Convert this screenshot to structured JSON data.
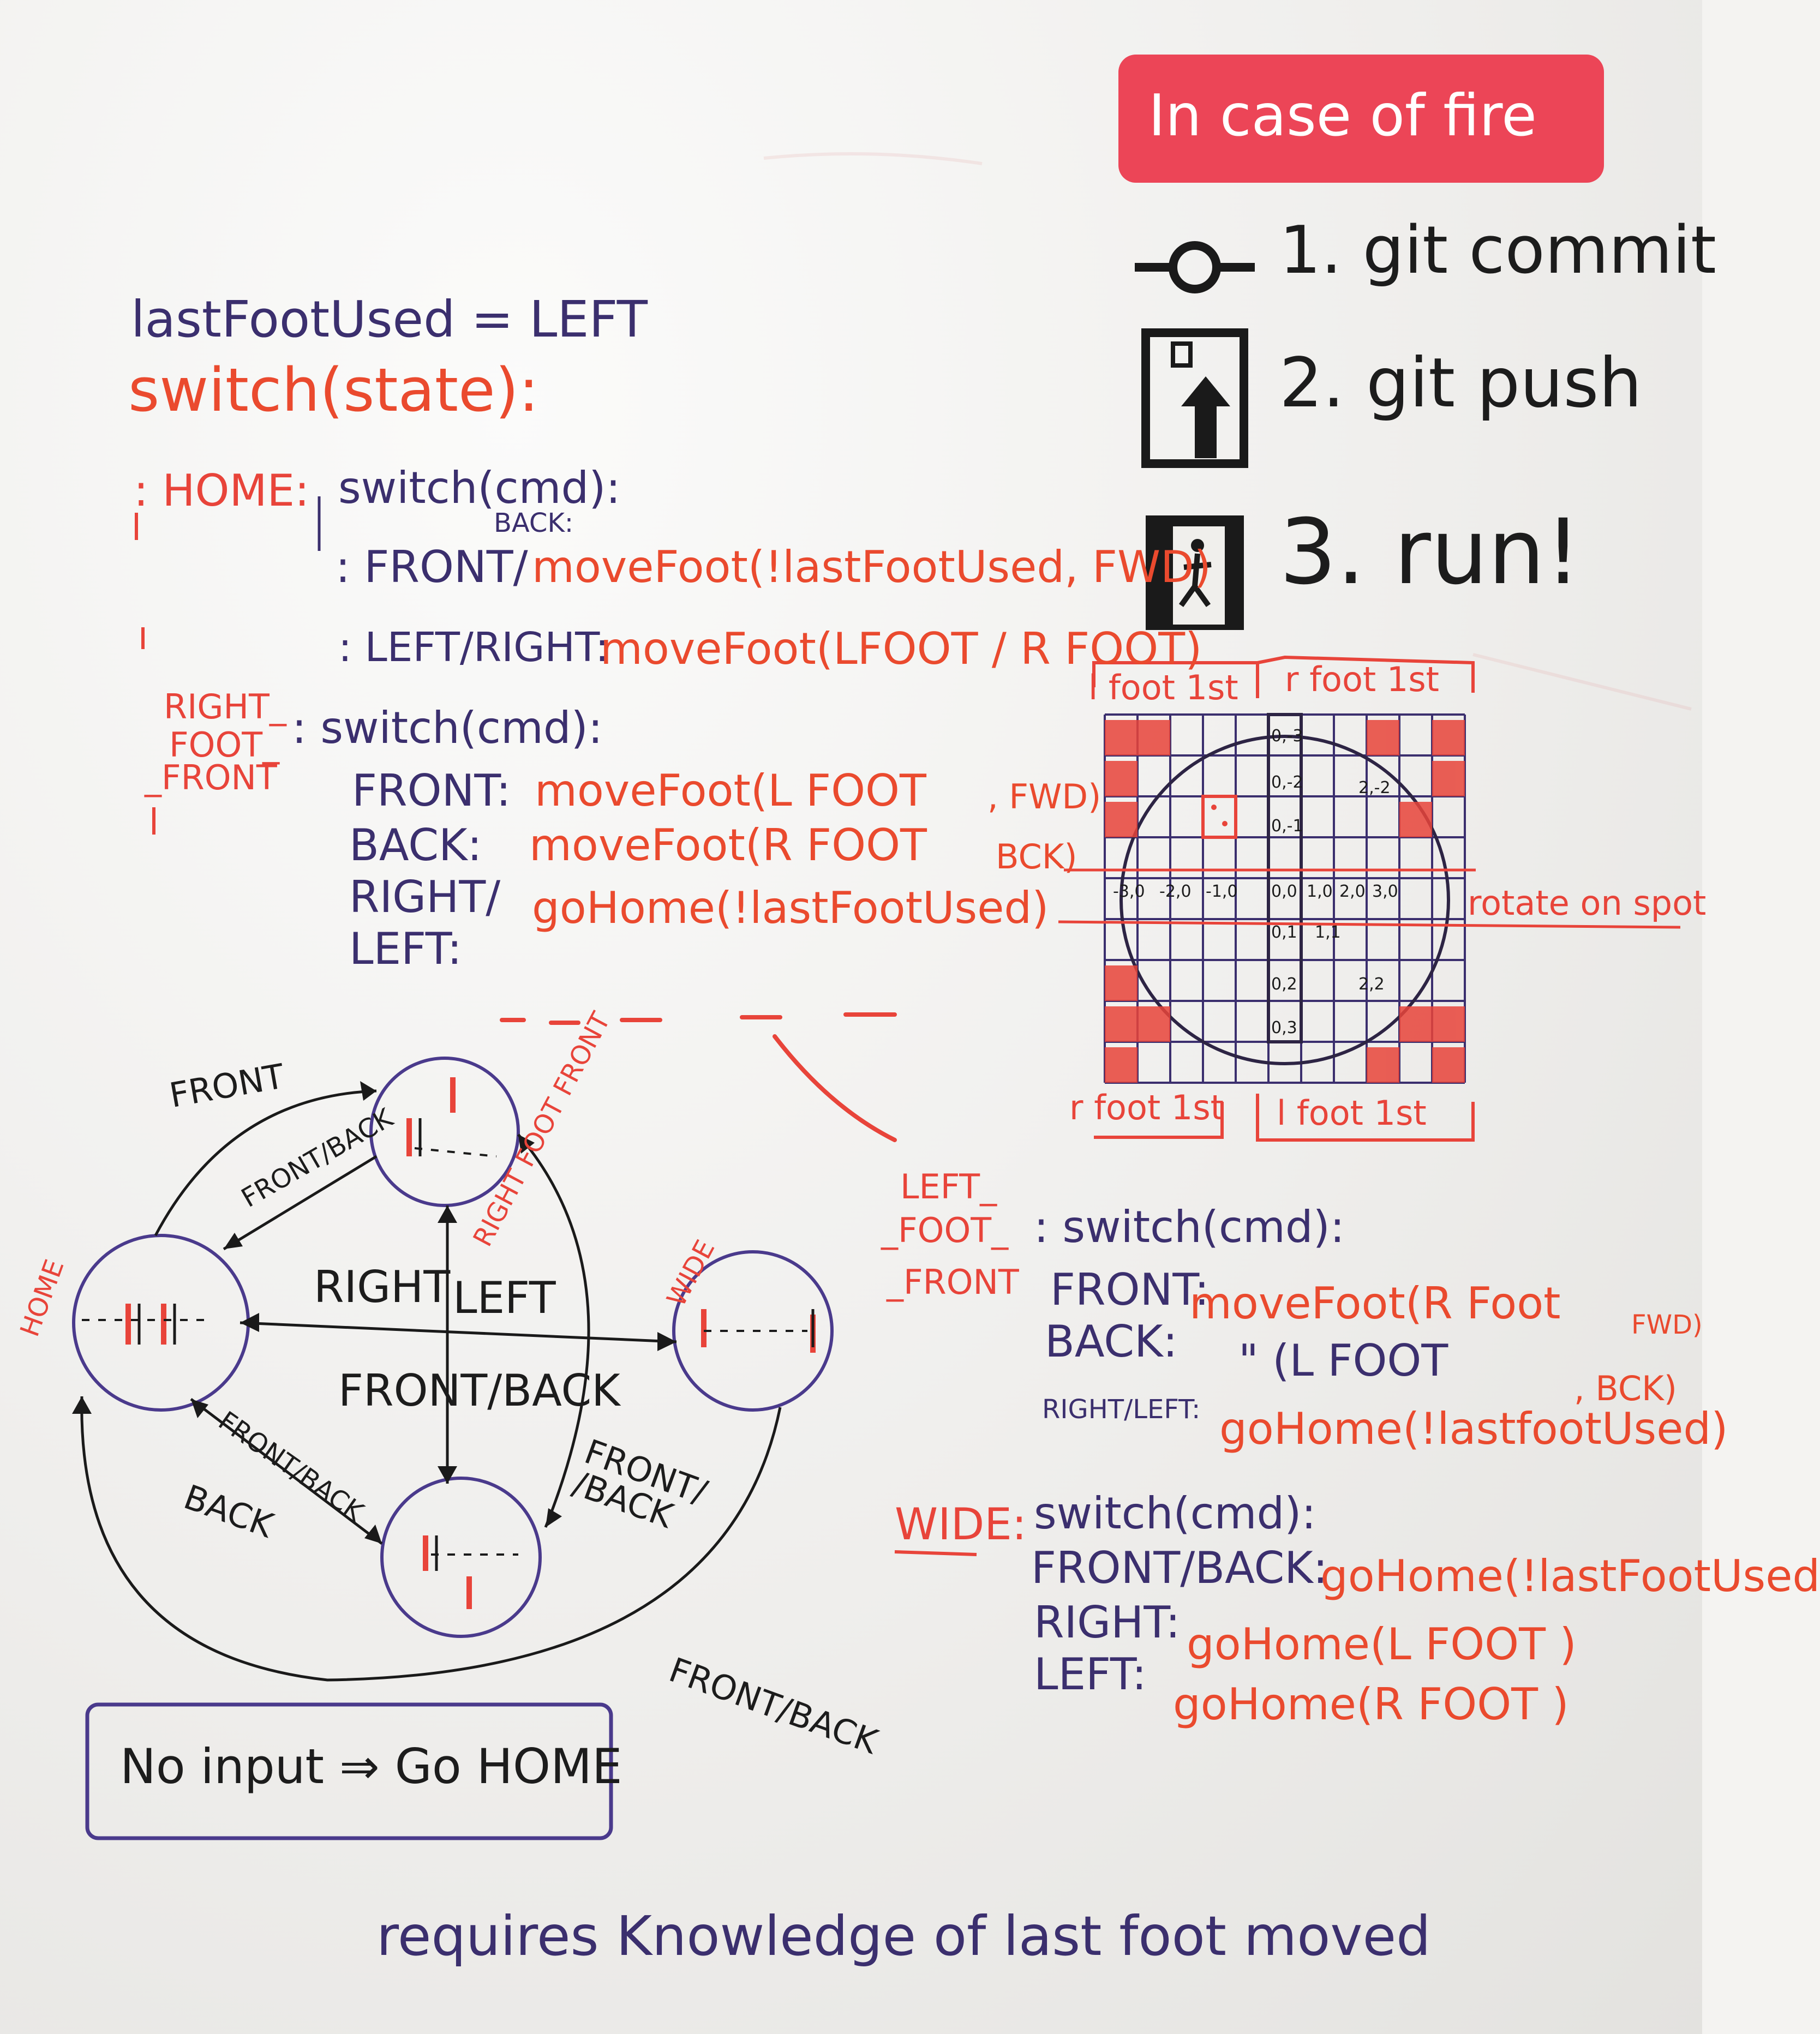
{
  "fire_sign": {
    "title": "In case of fire",
    "steps": [
      {
        "label": "1. git commit",
        "icon": "commit-icon"
      },
      {
        "label": "2. git push",
        "icon": "push-elevator-icon"
      },
      {
        "label": "3. run!",
        "icon": "exit-door-icon"
      }
    ]
  },
  "code": {
    "init": "lastFootUsed = LEFT",
    "switch_state": "switch(state):",
    "home": {
      "label": ": HOME:",
      "switch": "switch(cmd):",
      "case1_label": ": FRONT/",
      "case1_back": "BACK:",
      "case1_action": "moveFoot(!lastFootUsed, FWD)",
      "case2_label": ": LEFT/RIGHT:",
      "case2_action": "moveFoot(LFOOT / R FOOT)"
    },
    "right_foot_front": {
      "label_lines": [
        "RIGHT_",
        "FOOT_",
        "_FRONT"
      ],
      "switch": ": switch(cmd):",
      "cases": [
        {
          "cmd": "FRONT:",
          "action": "moveFoot(L FOOT",
          "arg": ", FWD)"
        },
        {
          "cmd": "BACK:",
          "action": "moveFoot(R FOOT",
          "arg": "BCK)"
        },
        {
          "cmd": "RIGHT/",
          "action": "goHome(!lastFootUsed)",
          "arg": ""
        },
        {
          "cmd": "LEFT:",
          "action": "",
          "arg": ""
        }
      ]
    },
    "left_foot_front": {
      "label_lines": [
        "LEFT_",
        "_FOOT_",
        "_FRONT"
      ],
      "switch": ": switch(cmd):",
      "cases": [
        {
          "cmd": "FRONT:",
          "action": "moveFoot(R Foot",
          "arg": "FWD)"
        },
        {
          "cmd": "BACK:",
          "action": "\"     (L FOOT",
          "arg": ", BCK)"
        },
        {
          "cmd": "RIGHT/LEFT:",
          "action": "goHome(!lastfootUsed)",
          "arg": ""
        }
      ]
    },
    "wide": {
      "label": "WIDE:",
      "switch": "switch(cmd):",
      "cases": [
        {
          "cmd": "FRONT/BACK:",
          "action": "goHome(!lastFootUsed"
        },
        {
          "cmd": "RIGHT:",
          "action": "goHome(L FOOT     )"
        },
        {
          "cmd": "LEFT:",
          "action": "goHome(R FOOT   )"
        }
      ]
    }
  },
  "state_diagram": {
    "states": [
      {
        "name": "HOME"
      },
      {
        "name": "RIGHT FOOT FRONT"
      },
      {
        "name": "WIDE"
      },
      {
        "name": ""
      }
    ],
    "edges": [
      "FRONT",
      "FRONT/BACK",
      "RIGHT",
      "LEFT",
      "FRONT/BACK",
      "FRONT/BACK",
      "BACK",
      "FRONT/ /BACK",
      "FRONT/BACK"
    ]
  },
  "grid": {
    "headers_top": [
      "l foot 1st",
      "r foot 1st"
    ],
    "headers_bottom": [
      "r foot 1st",
      "l foot 1st"
    ],
    "row_label": "rotate on spot",
    "left_mark": ", FWD)",
    "left_mark2": "BCK)",
    "cells": [
      "0,-3",
      "0,-2",
      "2,-2",
      "0,-1",
      "-3,0",
      "-2,0",
      "-1,0",
      "0,0",
      "1,0",
      "2,0",
      "3,0",
      "0,1",
      "1,1",
      "0,2",
      "2,2",
      "0,3"
    ]
  },
  "no_input_box": "No input ⇒ Go HOME",
  "footer": "requires Knowledge of last foot moved"
}
